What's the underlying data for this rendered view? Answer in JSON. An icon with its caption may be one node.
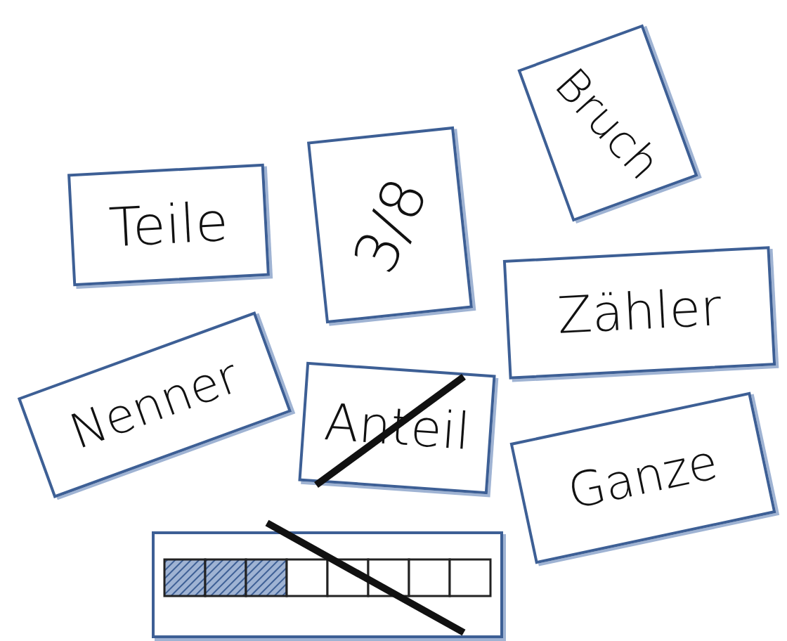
{
  "diagram": {
    "nodes": [
      {
        "text": [
          "Bruch"
        ]
      },
      {
        "text": [
          "3/8"
        ]
      },
      {
        "text": [
          "Teile"
        ]
      },
      {
        "text": [
          "Nenner"
        ]
      },
      {
        "text": [
          "Zähler"
        ]
      },
      {
        "text": [
          "Anteil"
        ]
      },
      {
        "text": [
          "Ganze"
        ]
      },
      {
        "text": [],
        "shape": "box"
      }
    ]
  }
}
